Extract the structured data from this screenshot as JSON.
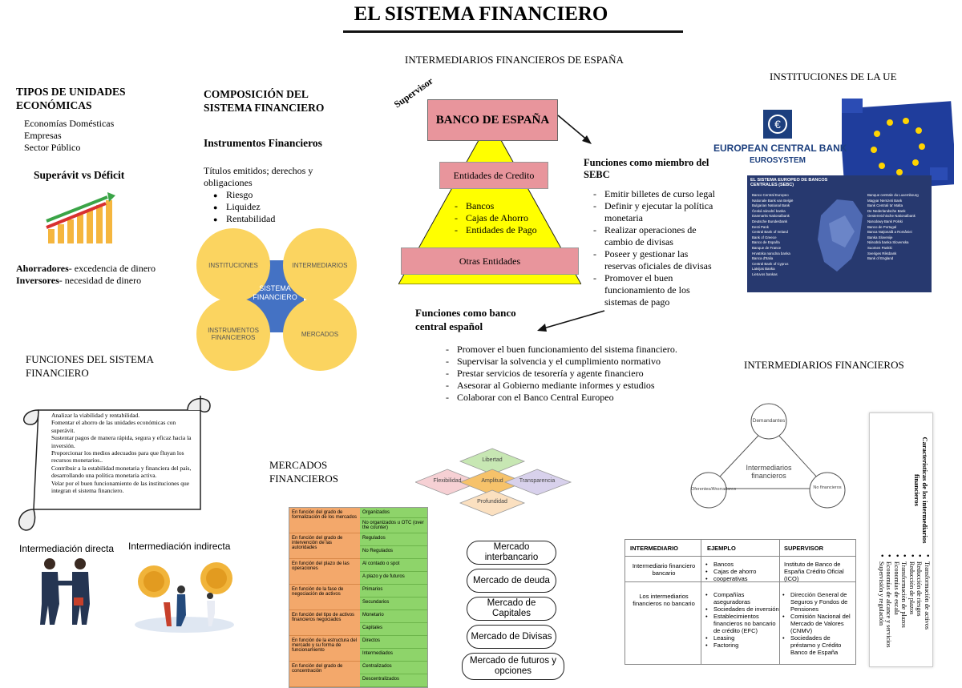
{
  "page": {
    "title": "EL SISTEMA FINANCIERO"
  },
  "unidades": {
    "heading": "TIPOS DE UNIDADES ECONÓMICAS",
    "items": [
      "Economías Domésticas",
      "Empresas",
      "Sector Público"
    ],
    "superavit_title": "Superávit vs Déficit",
    "ahorradores_bold": "Ahorradores",
    "ahorradores_text": "- excedencia de dinero",
    "inversores_bold": "Inversores",
    "inversores_text": "- necesidad de dinero"
  },
  "composicion": {
    "heading": "COMPOSICIÓN DEL SISTEMA FINANCIERO",
    "subheading": "Instrumentos Financieros",
    "text": "Títulos emitidos; derechos y obligaciones",
    "bullets": [
      "Riesgo",
      "Liquidez",
      "Rentabilidad"
    ],
    "diagram": {
      "center": "SISTEMA FINANCIERO",
      "circles": [
        "INSTITUCIONES",
        "INTERMEDIARIOS",
        "INSTRUMENTOS FINANCIEROS",
        "MERCADOS"
      ]
    }
  },
  "espana": {
    "heading": "INTERMEDIARIOS FINANCIEROS  DE ESPAÑA",
    "supervisor": "Supervisor",
    "banco": "BANCO DE ESPAÑA",
    "entidades_credito": "Entidades de Credito",
    "list": [
      "Bancos",
      "Cajas de Ahorro",
      "Entidades de Pago"
    ],
    "otras": "Otras Entidades",
    "sebc_title": "Funciones como miembro del SEBC",
    "sebc_items": [
      "Emitir billetes de curso legal",
      "Definir y ejecutar la política monetaria",
      "Realizar operaciones de cambio de divisas",
      "Poseer y gestionar las reservas oficiales de divisas",
      "Promover el buen funcionamiento de los sistemas de pago"
    ],
    "central_title": "Funciones como banco central español",
    "central_items": [
      "Promover el buen funcionamiento del sistema financiero.",
      "Supervisar la solvencia y el cumplimiento normativo",
      "Prestar servicios de tesorería y agente financiero",
      "Asesorar al Gobierno mediante informes y estudios",
      "Colaborar con el Banco Central Europeo"
    ]
  },
  "ue": {
    "heading": "INSTITUCIONES DE LA UE",
    "ecb_name": "EUROPEAN CENTRAL BANK",
    "ecb_sub": "EUROSYSTEM",
    "sebc_map_title": "EL SISTEMA EUROPEO DE BANCOS CENTRALES (SEBC)",
    "map_banks": [
      "Banco Central Europeo",
      "Nationale Bank van België",
      "Bulgarian National Bank",
      "Česká národní banka",
      "Danmarks Nationalbank",
      "Deutsche Bundesbank",
      "Eesti Pank",
      "Central Bank of Ireland",
      "Bank of Greece",
      "Banco de España",
      "Banque de France",
      "Hrvatska narodna banka",
      "Banca d'Italia",
      "Central Bank of Cyprus",
      "Latvijas Banka",
      "Lietuvos bankas"
    ],
    "map_banks_right": [
      "Banque centrale du Luxembourg",
      "Magyar Nemzeti Bank",
      "Bank Centrali ta' Malta",
      "De Nederlandsche Bank",
      "Oesterreichische Nationalbank",
      "Narodowy Bank Polski",
      "Banco de Portugal",
      "Banca Naţională a României",
      "Banka Slovenije",
      "Národná banka Slovenska",
      "Suomen Pankki",
      "Sveriges Riksbank",
      "Bank of England"
    ]
  },
  "funciones": {
    "heading": "FUNCIONES DEL SISTEMA FINANCIERO",
    "items": [
      "Analizar la viabilidad y rentabilidad.",
      "Fomentar el ahorro de las unidades económicas con superávit.",
      "Sustentar pagos de manera rápida, segura y eficaz hacia la inversión.",
      "Proporcionar los medios adecuados para que fluyan los recursos monetarios..",
      "Contribuir a la estabilidad monetaria y financiera del país, desarrollando una política monetaria activa.",
      "Velar por el buen funcionamiento de las instituciones que integran el sistema financiero."
    ],
    "directa": "Intermediación directa",
    "indirecta": "Intermediación indirecta"
  },
  "mercados": {
    "heading": "MERCADOS FINANCIEROS",
    "diamonds": [
      "Libertad",
      "Flexibilidad",
      "Amplitud",
      "Transparencia",
      "Profundidad"
    ],
    "table": [
      {
        "criterio": "En función del grado de formalización de los mercados",
        "tipos": [
          "Organizados",
          "No organizados u OTC (over the counter)"
        ]
      },
      {
        "criterio": "En función del grado de intervención de las autoridades",
        "tipos": [
          "Regulados",
          "No Regulados"
        ]
      },
      {
        "criterio": "En función del plazo de las operaciones",
        "tipos": [
          "Al contado o spot",
          "A plazo y de futuros"
        ]
      },
      {
        "criterio": "En función de la fase de negociación de activos",
        "tipos": [
          "Primarios",
          "Secundarios"
        ]
      },
      {
        "criterio": "En función del tipo de activos financieros negociados",
        "tipos": [
          "Monetario",
          "Capitales"
        ]
      },
      {
        "criterio": "En función de la estructura del mercado y su forma de funcionamiento",
        "tipos": [
          "Directos",
          "Intermediados"
        ]
      },
      {
        "criterio": "En función del grado de concentración",
        "tipos": [
          "Centralizados",
          "Descentralizados"
        ]
      }
    ],
    "pills": [
      "Mercado interbancario",
      "Mercado de deuda",
      "Mercado de Capitales",
      "Mercado de Divisas",
      "Mercado de futuros y opciones"
    ]
  },
  "intermediarios": {
    "heading": "INTERMEDIARIOS FINANCIEROS",
    "triangle": {
      "top": "Demandantes",
      "center": "Intermediarios financieros",
      "left": "Oferentes/Ahorradores",
      "right": "No financieros"
    },
    "table_headers": [
      "INTERMEDIARIO",
      "EJEMPLO",
      "SUPERVISOR"
    ],
    "rows": [
      {
        "intermediario": "Intermediario financiero bancario",
        "ejemplos": [
          "Bancos",
          "Cajas de ahorro",
          "cooperativas"
        ],
        "supervisor": "Instituto de Banco de España Crédito Oficial (ICO)"
      },
      {
        "intermediario": "Los intermediarios financieros no bancario",
        "ejemplos": [
          "Compañías aseguradoras",
          "Sociedades de inversión",
          "Establecimientos financieros no bancario de crédito (EFC)",
          "Leasing",
          "Factoring"
        ],
        "supervisor_items": [
          "Dirección General de Seguros y Fondos de Pensiones",
          "Comisión Nacional del Mercado de Valores (CNMV)",
          "Sociedades de préstamo y Crédito Banco de España"
        ]
      }
    ],
    "card_title": "Características de los intermediarios financieros",
    "card_items": [
      "Transformación de activos",
      "Reducción de riesgos",
      "Reducción de plazos",
      "Transformación de plazos",
      "Economías de escala",
      "Economías de alcance y servicios",
      "Supervisión y regulación"
    ]
  },
  "colors": {
    "pyramid_yellow": "#ffff00",
    "bank_pink": "#e8959c",
    "circle_yellow": "#fbd460",
    "center_blue": "#4472c4",
    "table_orange": "#f3a86b",
    "table_green": "#8ed46a",
    "ecb_blue": "#1c3f7e"
  }
}
